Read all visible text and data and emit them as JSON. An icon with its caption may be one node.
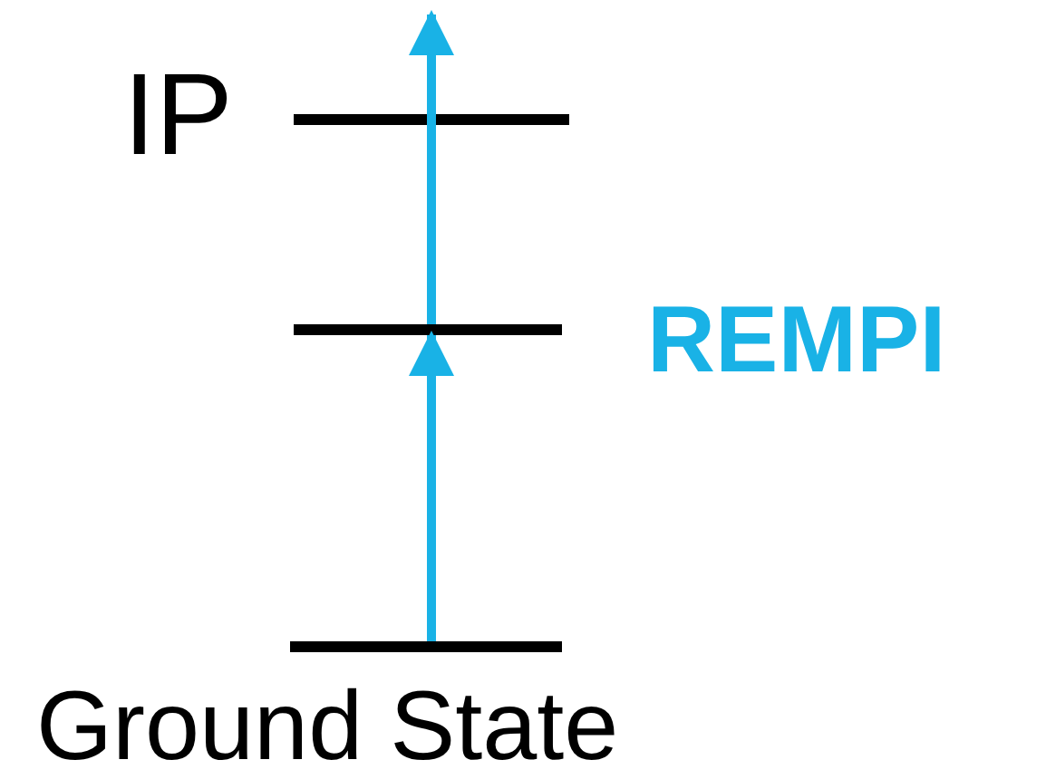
{
  "diagram": {
    "nodes": [
      {
        "text": [
          "IP"
        ]
      },
      {
        "text": [],
        "shape": "bar"
      },
      {
        "text": [
          "Ground State"
        ]
      }
    ],
    "edges": [
      {
        "from": 2,
        "to": 1,
        "arrow": "to"
      },
      {
        "from": 1,
        "to": null,
        "arrow": "to"
      }
    ],
    "labels": [
      "REMPI"
    ]
  }
}
